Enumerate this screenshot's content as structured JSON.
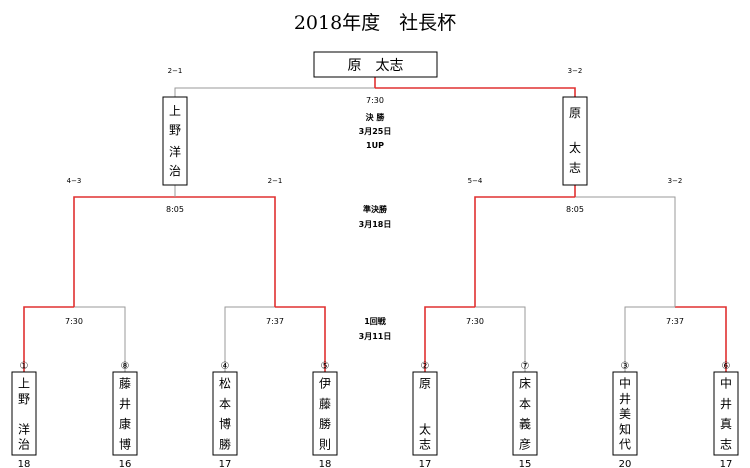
{
  "title": "2018年度　社長杯",
  "champion": "原　太志",
  "colors": {
    "winner_line": "#e03030",
    "line": "#999999"
  },
  "rounds": {
    "final": {
      "time": "7:30",
      "name": "決 勝",
      "date": "3月25日",
      "note": "1UP",
      "score_left": "2−1",
      "score_right": "3−2"
    },
    "semi": {
      "time_left": "8:05",
      "time_right": "8:05",
      "name": "準決勝",
      "date": "3月18日",
      "score_left_a": "4−3",
      "score_left_b": "2−1",
      "score_right_a": "5−4",
      "score_right_b": "3−2"
    },
    "first": {
      "name": "1回戦",
      "date": "3月11日",
      "times": [
        "7:30",
        "7:37",
        "7:30",
        "7:37"
      ]
    }
  },
  "finalists": [
    {
      "name": "上野　洋治"
    },
    {
      "name": "原　　太志"
    }
  ],
  "players": [
    {
      "seed": "①",
      "name": "上野　洋治",
      "value": "18"
    },
    {
      "seed": "⑧",
      "name": "藤井康博",
      "value": "16"
    },
    {
      "seed": "④",
      "name": "松本博勝",
      "value": "17"
    },
    {
      "seed": "⑤",
      "name": "伊藤勝則",
      "value": "18"
    },
    {
      "seed": "②",
      "name": "原　　太志",
      "value": "17"
    },
    {
      "seed": "⑦",
      "name": "床本義彦",
      "value": "15"
    },
    {
      "seed": "③",
      "name": "中井美知代",
      "value": "20"
    },
    {
      "seed": "⑥",
      "name": "中井真志",
      "value": "17"
    }
  ]
}
